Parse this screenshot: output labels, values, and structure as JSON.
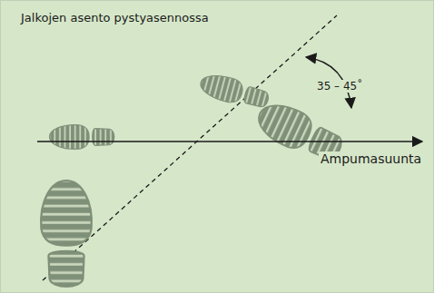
{
  "diagram": {
    "title": "Jalkojen asento pystyasennossa",
    "labels": [
      "35 – 45˚",
      "Ampumasuunta"
    ]
  }
}
